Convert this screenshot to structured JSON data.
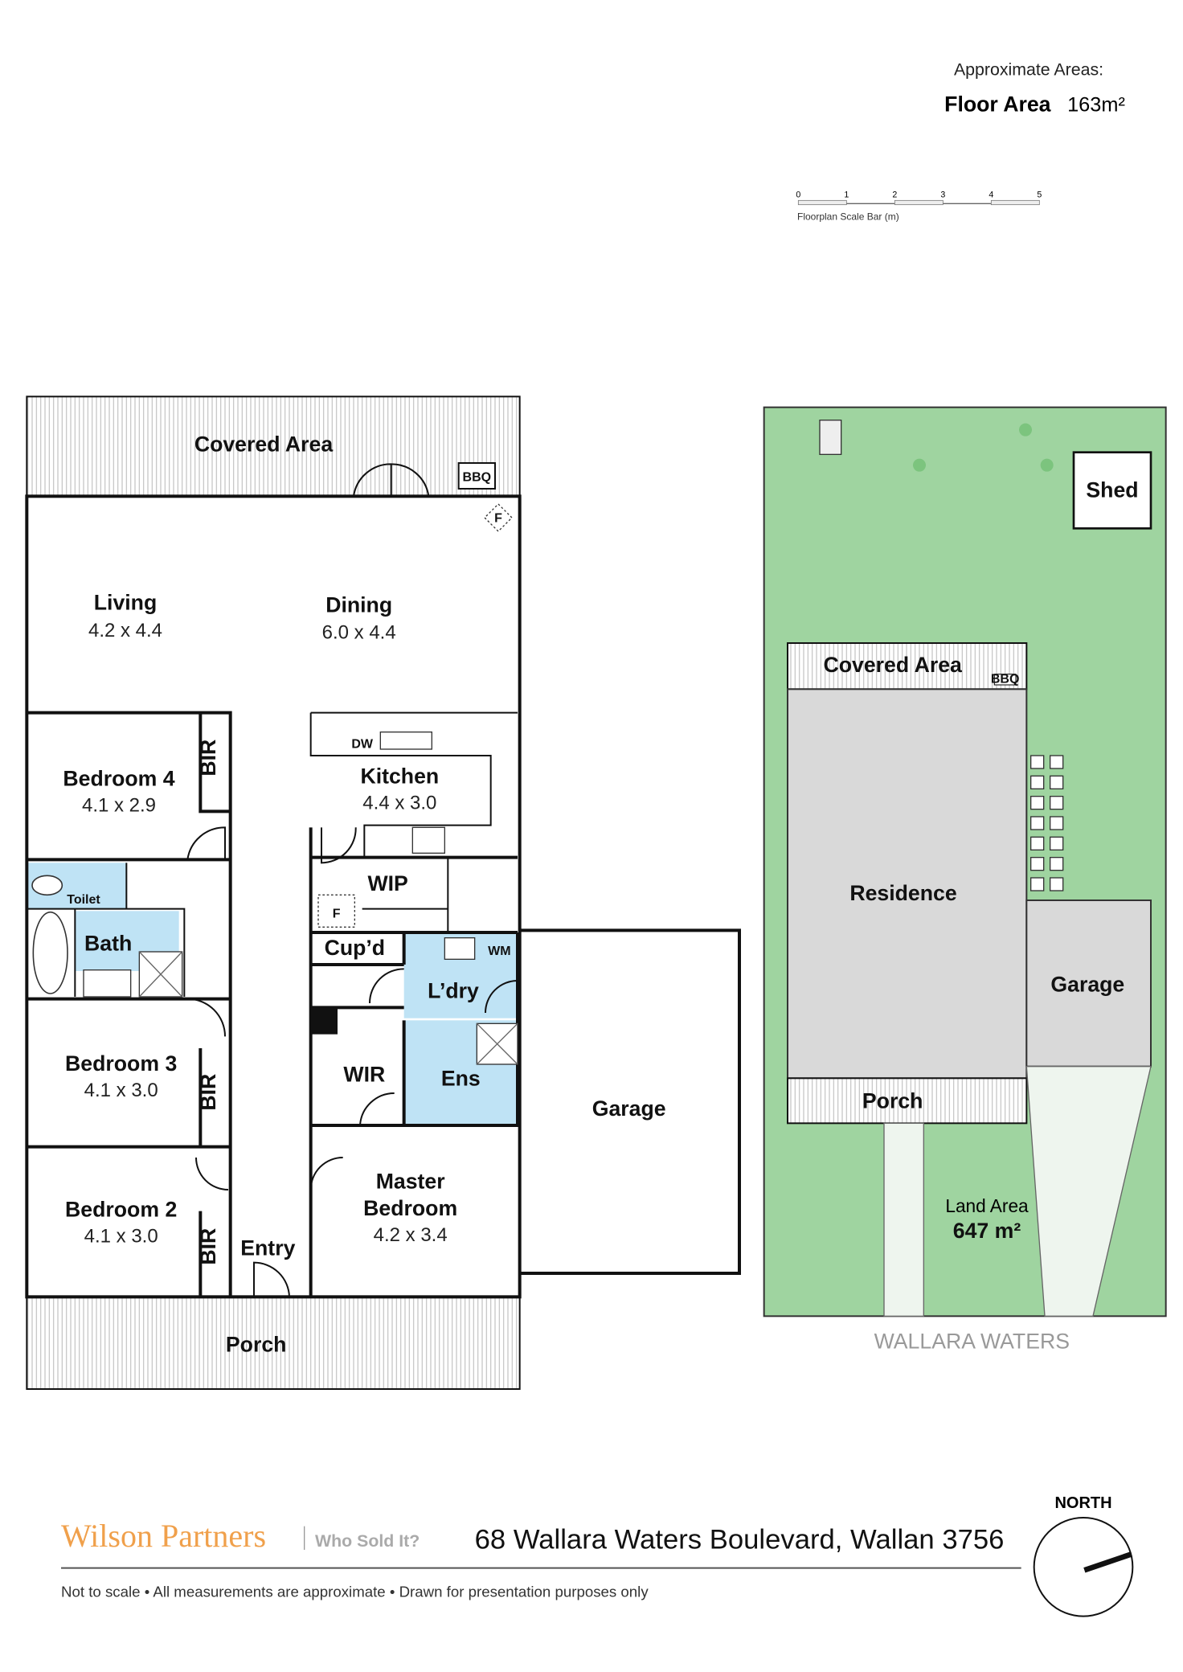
{
  "areas": {
    "heading": "Approximate Areas:",
    "floor_label": "Floor Area",
    "floor_value": "163m²"
  },
  "scale_bar": {
    "ticks": [
      "0",
      "1",
      "2",
      "3",
      "4",
      "5"
    ],
    "caption": "Floorplan Scale Bar (m)"
  },
  "floorplan": {
    "covered_area": "Covered Area",
    "bbq": "BBQ",
    "fridge": "F",
    "living": {
      "name": "Living",
      "dims": "4.2 x 4.4"
    },
    "dining": {
      "name": "Dining",
      "dims": "6.0 x 4.4"
    },
    "bedroom4": {
      "name": "Bedroom 4",
      "dims": "4.1 x 2.9"
    },
    "kitchen": {
      "name": "Kitchen",
      "dims": "4.4 x 3.0"
    },
    "dw": "DW",
    "bir": "BIR",
    "toilet": "Toilet",
    "bath": "Bath",
    "wip": "WIP",
    "cupd": "Cup’d",
    "ldry": "L’dry",
    "wm": "WM",
    "bedroom3": {
      "name": "Bedroom 3",
      "dims": "4.1 x 3.0"
    },
    "wir": "WIR",
    "ens": "Ens",
    "garage": "Garage",
    "bedroom2": {
      "name": "Bedroom 2",
      "dims": "4.1 x 3.0"
    },
    "master": {
      "name1": "Master",
      "name2": "Bedroom",
      "dims": "4.2 x 3.4"
    },
    "entry": "Entry",
    "porch": "Porch"
  },
  "siteplan": {
    "shed": "Shed",
    "covered_area": "Covered Area",
    "bbq": "BBQ",
    "residence": "Residence",
    "garage": "Garage",
    "porch": "Porch",
    "land_label": "Land Area",
    "land_value": "647 m²",
    "street": "WALLARA WATERS"
  },
  "footer": {
    "brand": "Wilson Partners",
    "tagline": "Who Sold It?",
    "address": "68 Wallara Waters Boulevard, Wallan 3756",
    "disclaimer": "Not to scale  •  All measurements are approximate  •  Drawn for presentation purposes only",
    "north": "NORTH"
  },
  "colors": {
    "wet_area": "#bfe3f5",
    "lawn": "#9fd4a0",
    "building": "#d9d9d9",
    "brand": "#f0a04b"
  }
}
